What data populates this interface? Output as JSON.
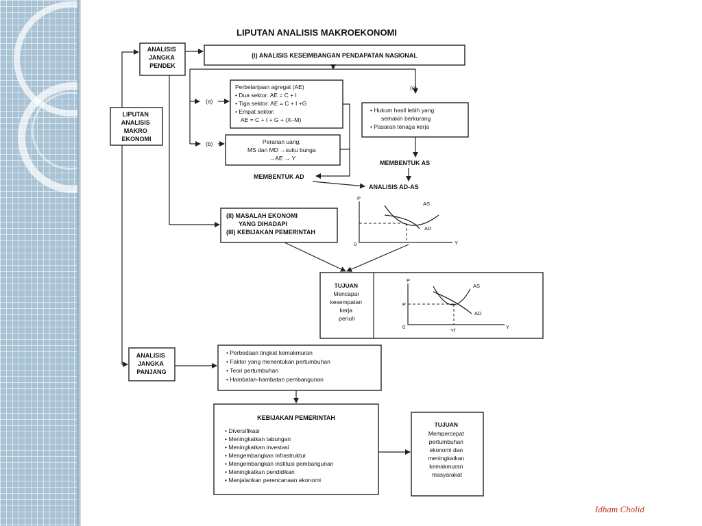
{
  "title": "LIPUTAN ANALISIS MAKROEKONOMI",
  "liputan": [
    "LIPUTAN",
    "ANALISIS",
    "MAKRO",
    "EKONOMI"
  ],
  "jangka_pendek": [
    "ANALISIS",
    "JANGKA",
    "PENDEK"
  ],
  "jangka_panjang": [
    "ANALISIS",
    "JANGKA",
    "PANJANG"
  ],
  "keseimbangan": "(i) ANALISIS KESEIMBANGAN PENDAPATAN NASIONAL",
  "label_a": "(a)",
  "label_b": "(b)",
  "label_c": "(c)",
  "ae_box": [
    "Perbelanjaan agregat (AE)",
    "• Dua sektor: AE = C + I",
    "• Tiga sektor: AE = C + I +G",
    "• Empat sektor:",
    "AE = C + I + G + (X–M)"
  ],
  "uang_box": [
    "Peranan uang:",
    "MS dan MD →suku bunga",
    "→AE → Y"
  ],
  "hukum_box": [
    "• Hukum hasil lebih yang",
    "semakin berkurang",
    "• Pasaran tenaga kerja"
  ],
  "membentuk_ad": "MEMBENTUK AD",
  "membentuk_as": "MEMBENTUK AS",
  "analisis_adas": "ANALISIS AD-AS",
  "masalah_box": [
    "(II) MASALAH EKONOMI",
    "YANG DIHADAPI",
    "(III) KEBIJAKAN PEMERINTAH"
  ],
  "graph1": {
    "p": "P",
    "as": "AS",
    "ad": "AD",
    "origin": "0",
    "y": "Y"
  },
  "tujuan1": [
    "TUJUAN",
    "Mencapai",
    "kesempatan",
    "kerja",
    "penuh"
  ],
  "graph2": {
    "p": "P",
    "p_level": "P",
    "as": "AS",
    "ad": "AD",
    "origin": "0",
    "y": "Y",
    "yf": "Yf"
  },
  "panjang_box": [
    "• Perbedaan tingkat kemakmuran",
    "• Faktor yang menentukan pertumbuhan",
    "• Teori pertumbuhan",
    "• Hambatan-hambatan pembangunan"
  ],
  "kebijakan": {
    "title": "KEBIJAKAN PEMERINTAH",
    "items": [
      "• Diversifikasi",
      "• Meningkatkan tabungan",
      "• Meningkatkan investasi",
      "• Mengembangkan infrastruktur",
      "• Mengembangkan institusi pembangunan",
      "• Meningkatkan pendidikan",
      "• Menjalankan perencanaan ekonomi"
    ]
  },
  "tujuan2": [
    "TUJUAN",
    "Mempercepat",
    "pertumbuhan",
    "ekonomi dan",
    "meningkatkan",
    "kemakmuran",
    "masyarakat"
  ],
  "author": "Idham Cholid",
  "colors": {
    "sidebar": "#a9c3d5",
    "author": "#c0392b",
    "ink": "#222222"
  }
}
